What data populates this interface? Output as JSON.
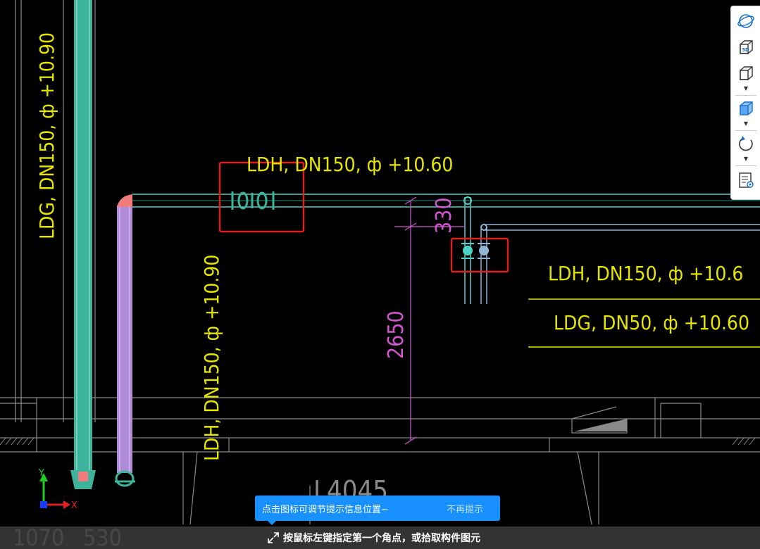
{
  "colors": {
    "background": "#000000",
    "annotation_yellow": "#e5e500",
    "pipe_green": "#3cb39a",
    "pipe_purple": "#b08cd6",
    "pipe_cyan": "#4fd1c5",
    "dimension_magenta": "#d056d0",
    "highlight_red": "#e02020",
    "tooltip_blue": "#1890ff"
  },
  "drawing": {
    "labels": {
      "ldg_vertical": "LDG, DN150, ф +10.90",
      "ldh_top": "LDH, DN150, ф +10.60",
      "ldh_vertical": "LDH, DN150, ф +10.90",
      "table_row1": "LDH, DN150, ф +10.6",
      "table_row2": "LDG, DN50, ф +10.60",
      "room_label": "L4045",
      "bottom_dim_1": "1070",
      "bottom_dim_2": "530"
    },
    "dimensions": {
      "dim_330": "330",
      "dim_2650": "2650"
    },
    "axis": {
      "x_label": "X",
      "y_label": "Y"
    }
  },
  "toolbar": {
    "icons": [
      "orbit-icon",
      "3d-view-icon",
      "wireframe-cube-icon",
      "shaded-cube-icon",
      "rotate-icon",
      "display-settings-icon"
    ]
  },
  "tooltip": {
    "message": "点击图标可调节提示信息位置~",
    "dismiss_label": "不再提示"
  },
  "statusbar": {
    "prompt": "按鼠标左键指定第一个角点，或拾取构件图元"
  }
}
